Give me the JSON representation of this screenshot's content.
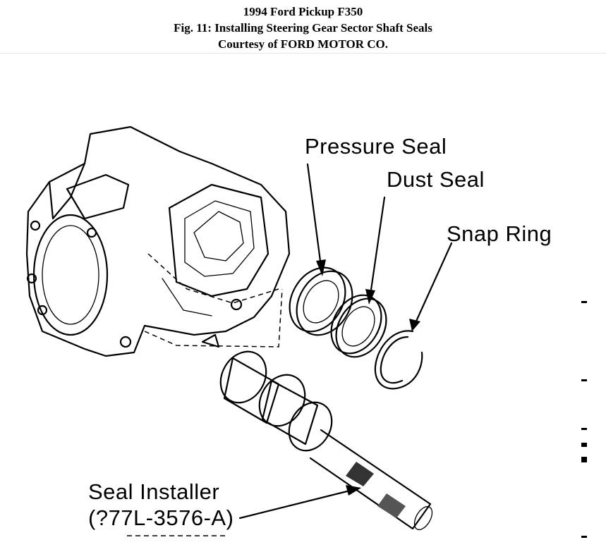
{
  "header": {
    "line1": "1994 Ford Pickup F350",
    "line2": "Fig. 11: Installing Steering Gear Sector Shaft Seals",
    "line3": "Courtesy of FORD MOTOR CO."
  },
  "labels": {
    "pressure_seal": "Pressure Seal",
    "dust_seal": "Dust Seal",
    "snap_ring": "Snap Ring",
    "seal_installer_line1": "Seal Installer",
    "seal_installer_line2": "(?77L-3576-A)"
  }
}
